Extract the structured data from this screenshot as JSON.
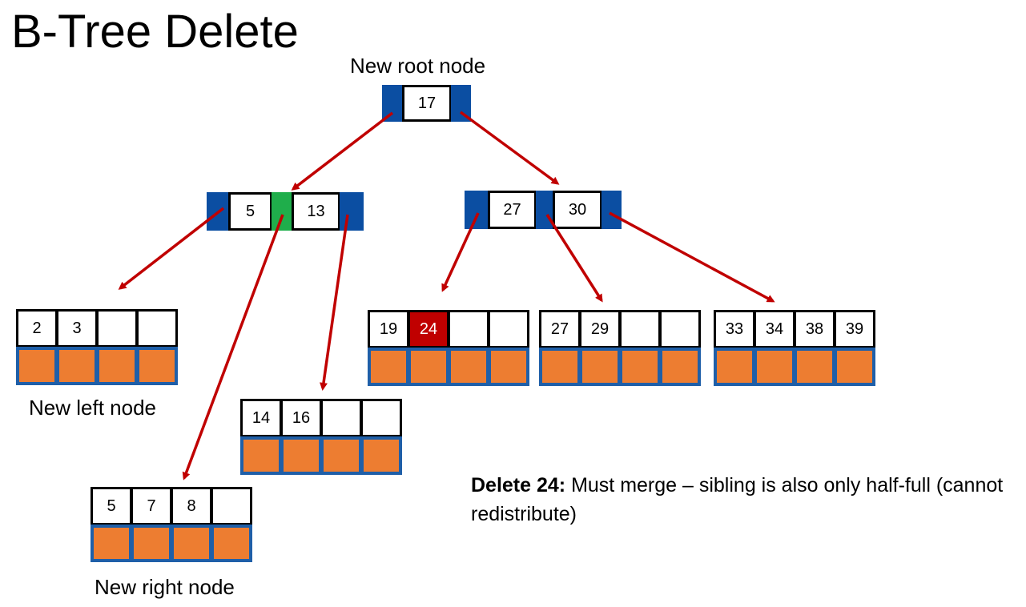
{
  "title": "B-Tree Delete",
  "labels": {
    "root": "New root node",
    "left": "New left node",
    "right": "New right node"
  },
  "nodes": {
    "root": [
      "17"
    ],
    "inner_left": [
      "5",
      "13"
    ],
    "inner_right": [
      "27",
      "30"
    ],
    "leaf_a": [
      "2",
      "3",
      "",
      ""
    ],
    "leaf_b": [
      "5",
      "7",
      "8",
      ""
    ],
    "leaf_c": [
      "14",
      "16",
      "",
      ""
    ],
    "leaf_d": [
      "19",
      "24",
      "",
      ""
    ],
    "leaf_e": [
      "27",
      "29",
      "",
      ""
    ],
    "leaf_f": [
      "33",
      "34",
      "38",
      "39"
    ]
  },
  "highlighted_key": "24",
  "note": {
    "bold": "Delete 24:",
    "text": " Must merge – sibling is also only half-full (cannot redistribute)"
  },
  "colors": {
    "pointer": "#0b4ea2",
    "split_pointer": "#1fae4b",
    "arrow": "#c00000",
    "leaf_value": "#ed7d31",
    "deleted": "#c00000"
  }
}
